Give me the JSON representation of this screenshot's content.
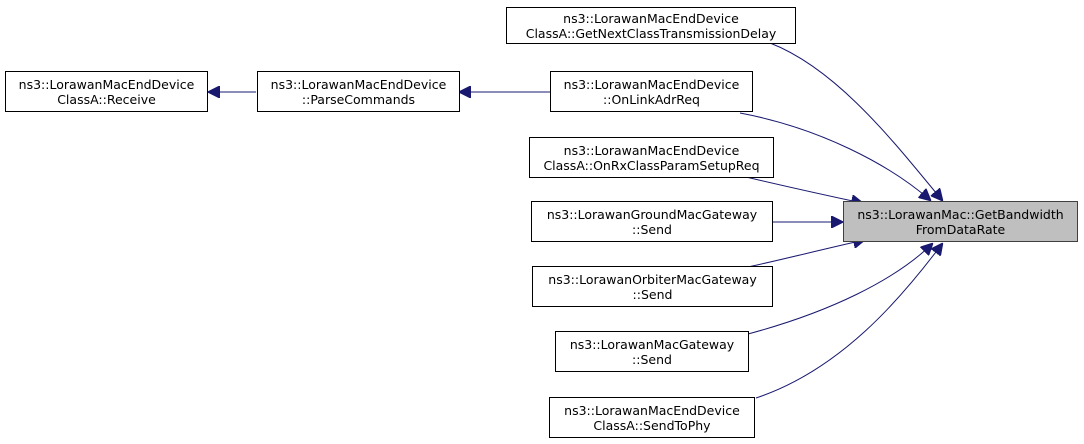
{
  "colors": {
    "edge": "#191970",
    "node_border": "#000000",
    "focus_fill": "#bfbfbf",
    "focus_border": "#404040"
  },
  "nodes": {
    "focus": {
      "line1": "ns3::LorawanMac::GetBandwidth",
      "line2": "FromDataRate"
    },
    "get_next_class_transmission_delay": {
      "line1": "ns3::LorawanMacEndDevice",
      "line2": "ClassA::GetNextClassTransmissionDelay"
    },
    "receive": {
      "line1": "ns3::LorawanMacEndDevice",
      "line2": "ClassA::Receive"
    },
    "parse_commands": {
      "line1": "ns3::LorawanMacEndDevice",
      "line2": "::ParseCommands"
    },
    "on_link_adr_req": {
      "line1": "ns3::LorawanMacEndDevice",
      "line2": "::OnLinkAdrReq"
    },
    "on_rx_class_param_setup_req": {
      "line1": "ns3::LorawanMacEndDevice",
      "line2": "ClassA::OnRxClassParamSetupReq"
    },
    "ground_gateway_send": {
      "line1": "ns3::LorawanGroundMacGateway",
      "line2": "::Send"
    },
    "orbiter_gateway_send": {
      "line1": "ns3::LorawanOrbiterMacGateway",
      "line2": "::Send"
    },
    "gateway_send": {
      "line1": "ns3::LorawanMacGateway",
      "line2": "::Send"
    },
    "send_to_phy": {
      "line1": "ns3::LorawanMacEndDevice",
      "line2": "ClassA::SendToPhy"
    }
  }
}
